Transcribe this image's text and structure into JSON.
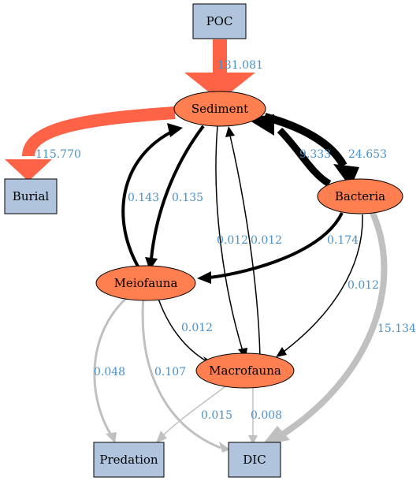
{
  "nodes": {
    "poc": {
      "label": "POC",
      "shape": "box"
    },
    "sediment": {
      "label": "Sediment",
      "shape": "ellipse"
    },
    "burial": {
      "label": "Burial",
      "shape": "box"
    },
    "bacteria": {
      "label": "Bacteria",
      "shape": "ellipse"
    },
    "meiofauna": {
      "label": "Meiofauna",
      "shape": "ellipse"
    },
    "macrofauna": {
      "label": "Macrofauna",
      "shape": "ellipse"
    },
    "predation": {
      "label": "Predation",
      "shape": "box"
    },
    "dic": {
      "label": "DIC",
      "shape": "box"
    }
  },
  "edges": {
    "poc_sediment": {
      "from": "POC",
      "to": "Sediment",
      "label": "131.081"
    },
    "sediment_burial": {
      "from": "Sediment",
      "to": "Burial",
      "label": "115.770"
    },
    "bacteria_sediment": {
      "from": "Bacteria",
      "to": "Sediment",
      "label": "9.333"
    },
    "sediment_bacteria": {
      "from": "Sediment",
      "to": "Bacteria",
      "label": "24.653"
    },
    "meiofauna_sediment": {
      "from": "Meiofauna",
      "to": "Sediment",
      "label": "0.143"
    },
    "sediment_meiofauna": {
      "from": "Sediment",
      "to": "Meiofauna",
      "label": "0.135"
    },
    "sediment_macrofauna": {
      "from": "Sediment",
      "to": "Macrofauna",
      "label": "0.012"
    },
    "macrofauna_sediment": {
      "from": "Macrofauna",
      "to": "Sediment",
      "label": "0.012"
    },
    "bacteria_meiofauna": {
      "from": "Bacteria",
      "to": "Meiofauna",
      "label": "0.174"
    },
    "bacteria_macrofauna": {
      "from": "Bacteria",
      "to": "Macrofauna",
      "label": "0.012"
    },
    "bacteria_dic": {
      "from": "Bacteria",
      "to": "DIC",
      "label": "15.134"
    },
    "meiofauna_macrofauna": {
      "from": "Meiofauna",
      "to": "Macrofauna",
      "label": "0.012"
    },
    "meiofauna_predation": {
      "from": "Meiofauna",
      "to": "Predation",
      "label": "0.048"
    },
    "meiofauna_dic": {
      "from": "Meiofauna",
      "to": "DIC",
      "label": "0.107"
    },
    "macrofauna_predation": {
      "from": "Macrofauna",
      "to": "Predation",
      "label": "0.015"
    },
    "macrofauna_dic": {
      "from": "Macrofauna",
      "to": "DIC",
      "label": "0.008"
    }
  },
  "colors": {
    "box_fill": "#b0c4de",
    "ellipse_fill": "#ff7f50",
    "input_flow": "#ff6347",
    "internal_flow": "#000000",
    "output_flow": "#c0c0c0",
    "edge_label": "#4a90c8"
  }
}
